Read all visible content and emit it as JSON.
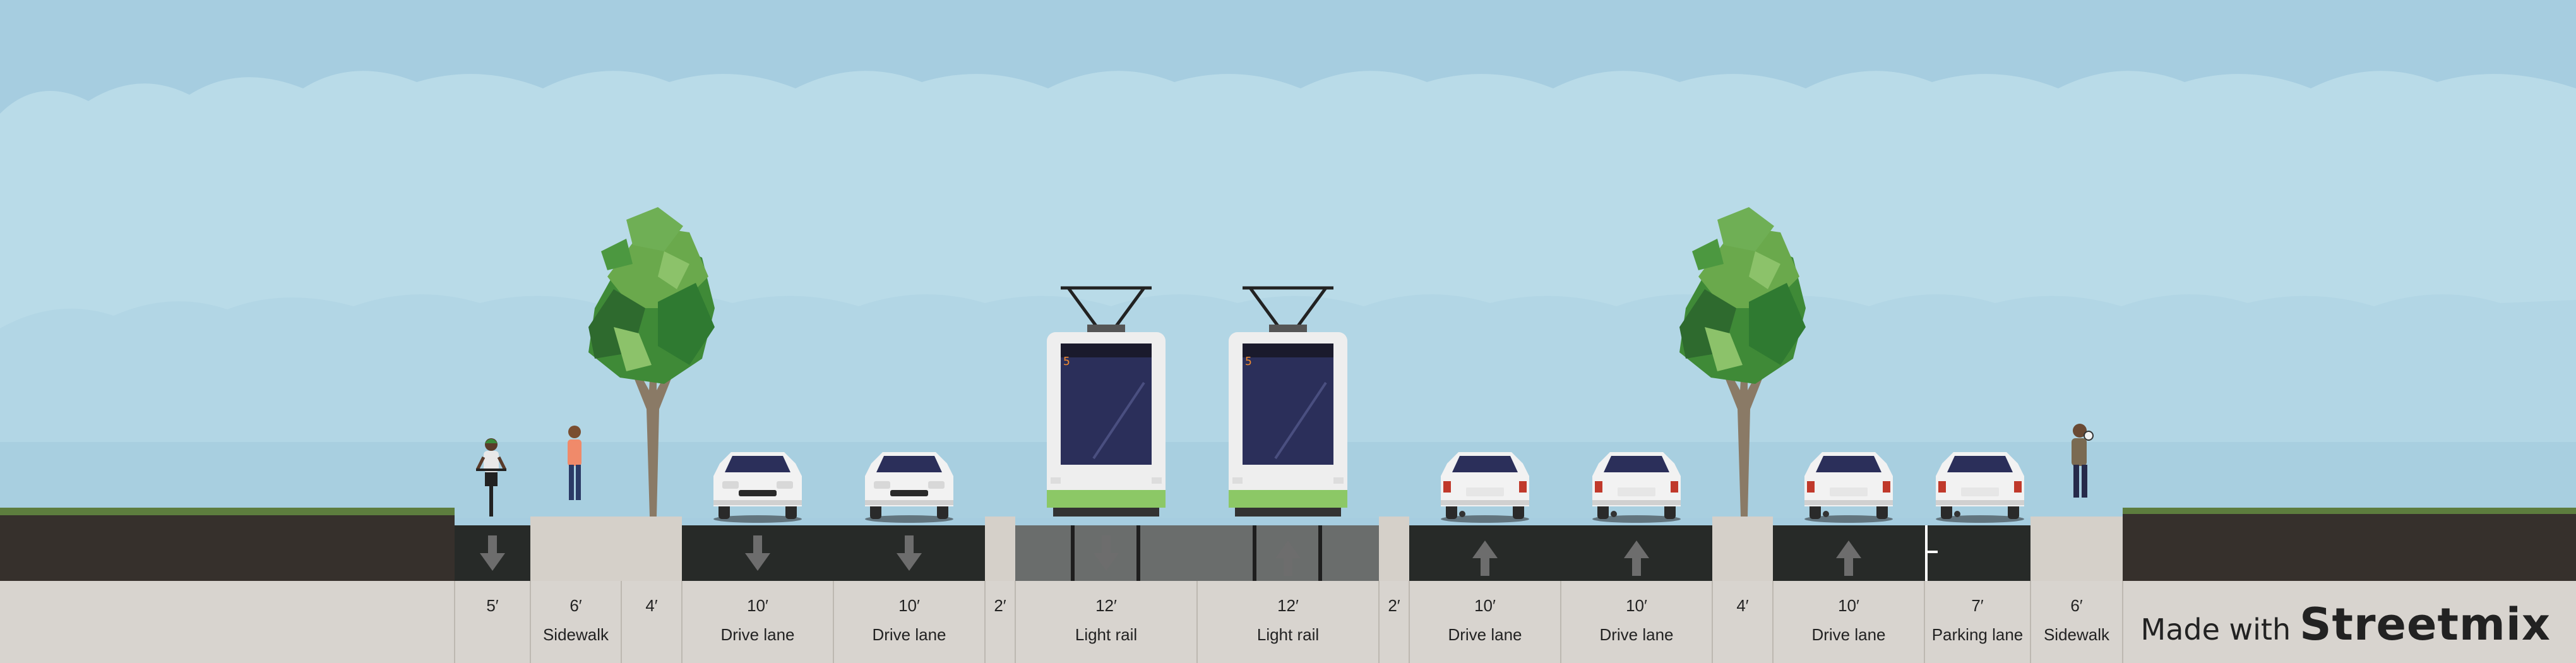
{
  "segments": [
    {
      "key": "bike-lane",
      "width": "5′",
      "name": "",
      "kind": "bike",
      "direction": "down"
    },
    {
      "key": "sidewalk-left",
      "width": "6′",
      "name": "Sidewalk",
      "kind": "sidewalk"
    },
    {
      "key": "planting-left",
      "width": "4′",
      "name": "",
      "kind": "planting"
    },
    {
      "key": "drive-lane-1",
      "width": "10′",
      "name": "Drive lane",
      "kind": "drive",
      "direction": "down"
    },
    {
      "key": "drive-lane-2",
      "width": "10′",
      "name": "Drive lane",
      "kind": "drive",
      "direction": "down"
    },
    {
      "key": "divider-1",
      "width": "2′",
      "name": "",
      "kind": "divider"
    },
    {
      "key": "light-rail-1",
      "width": "12′",
      "name": "Light rail",
      "kind": "rail",
      "direction": "down"
    },
    {
      "key": "light-rail-2",
      "width": "12′",
      "name": "Light rail",
      "kind": "rail",
      "direction": "up"
    },
    {
      "key": "divider-2",
      "width": "2′",
      "name": "",
      "kind": "divider"
    },
    {
      "key": "drive-lane-3",
      "width": "10′",
      "name": "Drive lane",
      "kind": "drive",
      "direction": "up"
    },
    {
      "key": "drive-lane-4",
      "width": "10′",
      "name": "Drive lane",
      "kind": "drive",
      "direction": "up"
    },
    {
      "key": "planting-right",
      "width": "4′",
      "name": "",
      "kind": "planting"
    },
    {
      "key": "drive-lane-5",
      "width": "10′",
      "name": "Drive lane",
      "kind": "drive",
      "direction": "up"
    },
    {
      "key": "parking-lane",
      "width": "7′",
      "name": "Parking lane",
      "kind": "parking"
    },
    {
      "key": "sidewalk-right",
      "width": "6′",
      "name": "Sidewalk",
      "kind": "sidewalk"
    }
  ],
  "tram_route_number": "5",
  "watermark": {
    "made_with": "Made with",
    "brand": "Streetmix"
  },
  "colors": {
    "sky": "#a6cde0",
    "cloud_light": "#b9dbe8",
    "ground": "#36302c",
    "grass": "#5d7d3e",
    "asphalt": "#272a28",
    "rail_bed": "#6a6d6c",
    "sidewalk": "#d5d0c9",
    "label_panel": "#d8d4cf",
    "tram_green": "#8cc866"
  }
}
